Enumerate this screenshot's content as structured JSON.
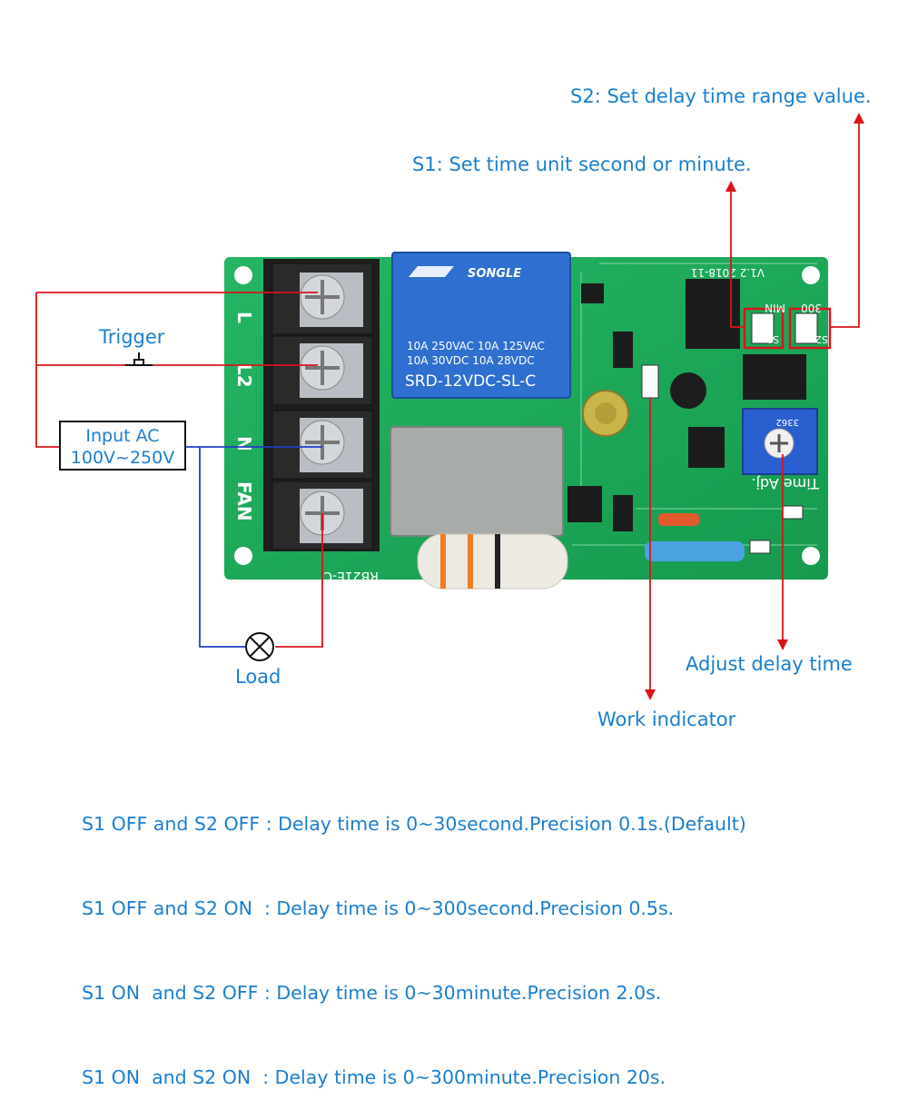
{
  "labels": {
    "s2_desc": "S2: Set delay time range value.",
    "s1_desc": "S1: Set time unit second or minute.",
    "trigger": "Trigger",
    "input_line1": "Input AC",
    "input_line2": "100V~250V",
    "load": "Load",
    "adjust_delay": "Adjust delay time",
    "work_indicator": "Work indicator"
  },
  "board": {
    "terminals": [
      "L",
      "L2",
      "N",
      "FAN"
    ],
    "relay_brand": "SONGLE",
    "relay_ratings": [
      "10A 250VAC 10A 125VAC",
      "10A 30VDC 10A 28VDC"
    ],
    "relay_model": "SRD-12VDC-SL-C",
    "switch_s1": "S1",
    "switch_s2": "S2",
    "switch_min": "MIN",
    "switch_300": "300",
    "pot_label": "Time Adj.",
    "pot_code": "3362",
    "board_id": "RB21E-C",
    "version": "V1.2 2018-11"
  },
  "modes": [
    "S1 OFF and S2 OFF : Delay time is 0~30second.Precision 0.1s.(Default)",
    "S1 OFF and S2 ON  : Delay time is 0~300second.Precision 0.5s.",
    "S1 ON  and S2 OFF : Delay time is 0~30minute.Precision 2.0s.",
    "S1 ON  and S2 ON  : Delay time is 0~300minute.Precision 20s."
  ],
  "colors": {
    "label": "#1a7ed0",
    "phase_wire": "#d9141c",
    "neutral_wire": "#1f3fc4",
    "pcb": "#1fa85a"
  }
}
